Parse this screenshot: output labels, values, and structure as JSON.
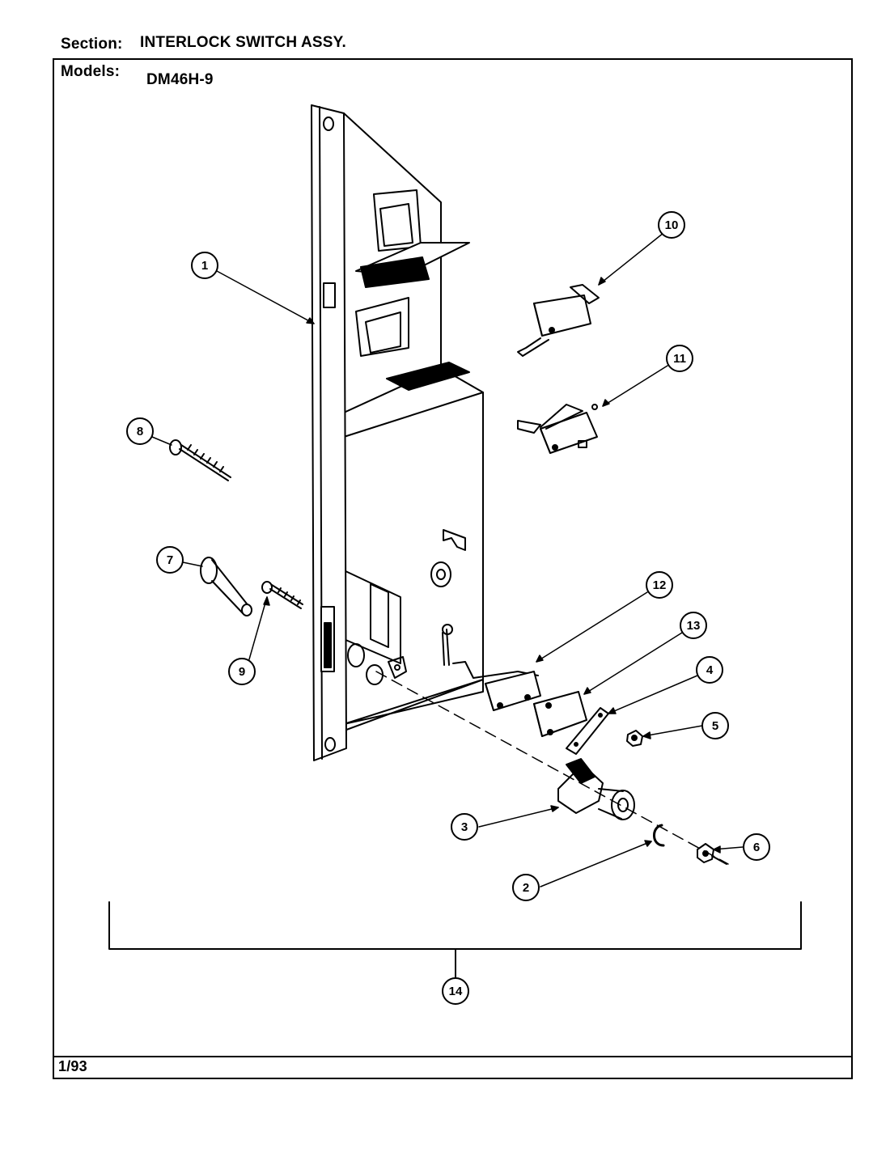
{
  "header": {
    "section_label": "Section:",
    "section_value": "INTERLOCK SWITCH ASSY.",
    "models_label": "Models:",
    "models_value": "DM46H-9"
  },
  "footer": {
    "date_code": "1/93"
  },
  "callouts": [
    "1",
    "2",
    "3",
    "4",
    "5",
    "6",
    "7",
    "8",
    "9",
    "10",
    "11",
    "12",
    "13",
    "14"
  ]
}
